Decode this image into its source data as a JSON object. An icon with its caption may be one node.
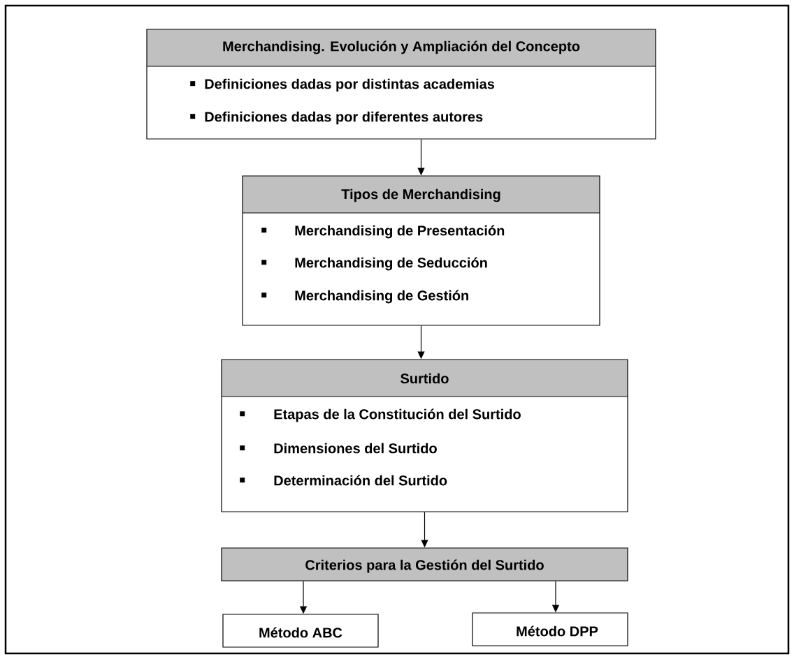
{
  "diagram": {
    "nodes": [
      {
        "text": [
          "Merchandising. Evolución y Ampliación del Concepto",
          "Definiciones dadas por distintas academias",
          "Definiciones dadas por diferentes autores"
        ]
      },
      {
        "text": [
          "Tipos de Merchandising",
          "Merchandising de Presentación",
          "Merchandising de Seducción",
          "Merchandising de Gestión"
        ]
      },
      {
        "text": [
          "Surtido",
          "Etapas de la Constitución del Surtido",
          "Dimensiones del Surtido",
          "Determinación del Surtido"
        ]
      },
      {
        "text": [
          "Criterios para la Gestión del Surtido"
        ]
      },
      {
        "text": [
          "Método ABC"
        ]
      },
      {
        "text": [
          "Método DPP"
        ]
      }
    ],
    "edges": [
      {
        "from": 0,
        "to": 1,
        "arrow": "to"
      },
      {
        "from": 1,
        "to": 2,
        "arrow": "to"
      },
      {
        "from": 2,
        "to": 3,
        "arrow": "to"
      },
      {
        "from": 3,
        "to": 4,
        "arrow": "to"
      },
      {
        "from": 3,
        "to": 5,
        "arrow": "to"
      }
    ]
  }
}
